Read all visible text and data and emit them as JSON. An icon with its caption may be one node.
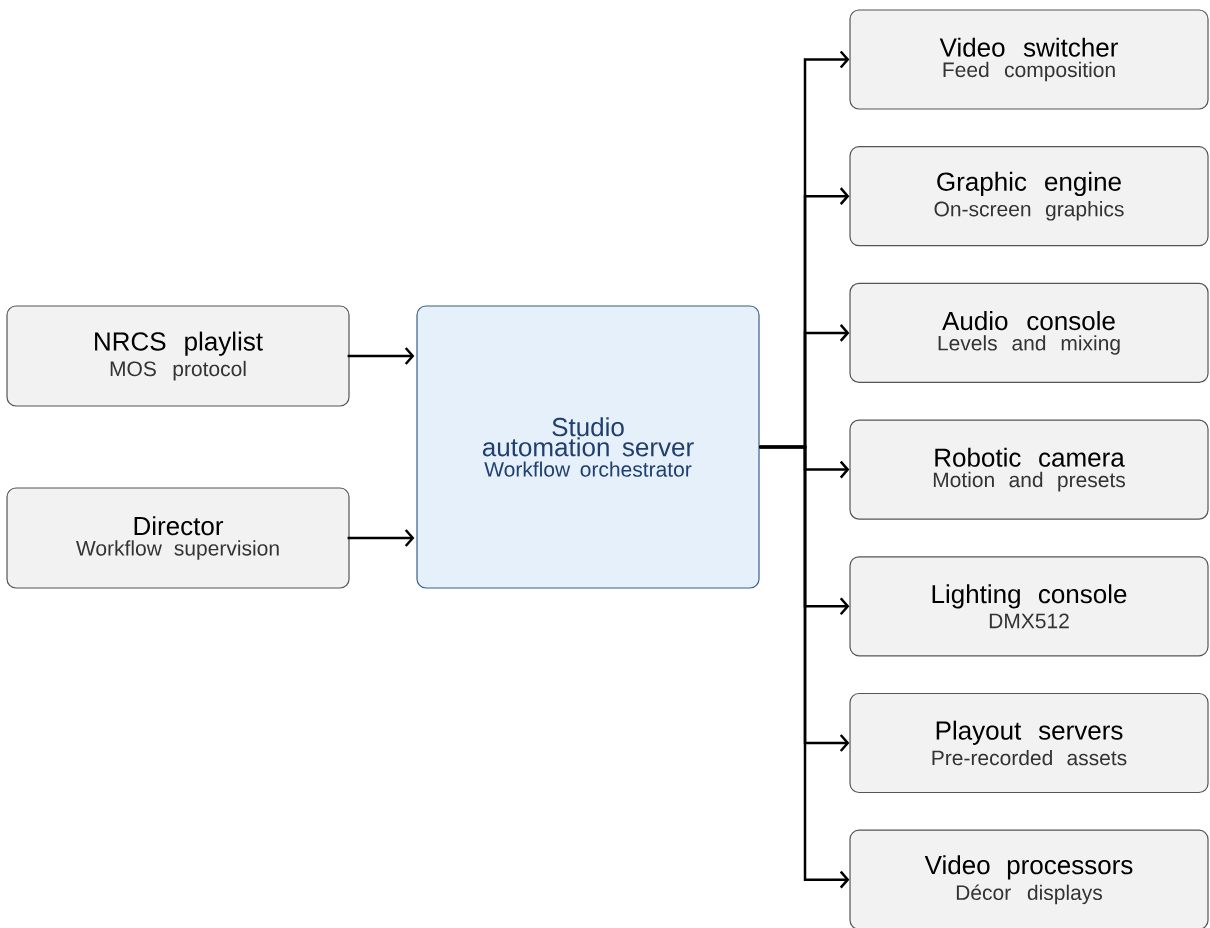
{
  "diagram": {
    "nodes": [
      {
        "text": [
          "NRCS playlist",
          "MOS protocol"
        ]
      },
      {
        "text": [
          "Director",
          "Workflow supervision"
        ]
      },
      {
        "text": [
          "Studio automation server",
          "Workflow orchestrator"
        ]
      },
      {
        "text": [
          "Video switcher",
          "Feed composition"
        ]
      },
      {
        "text": [
          "Graphic engine",
          "On-screen graphics"
        ]
      },
      {
        "text": [
          "Audio console",
          "Levels and mixing"
        ]
      },
      {
        "text": [
          "Robotic camera",
          "Motion and presets"
        ]
      },
      {
        "text": [
          "Lighting console",
          "DMX512"
        ]
      },
      {
        "text": [
          "Playout servers",
          "Pre-recorded assets"
        ]
      },
      {
        "text": [
          "Video processors",
          "Décor displays"
        ]
      }
    ],
    "edges": [
      {
        "from": 0,
        "to": 2,
        "arrow": "to"
      },
      {
        "from": 1,
        "to": 2,
        "arrow": "to"
      },
      {
        "from": 2,
        "to": 3,
        "arrow": "to"
      },
      {
        "from": 2,
        "to": 4,
        "arrow": "to"
      },
      {
        "from": 2,
        "to": 5,
        "arrow": "to"
      },
      {
        "from": 2,
        "to": 6,
        "arrow": "to"
      },
      {
        "from": 2,
        "to": 7,
        "arrow": "to"
      },
      {
        "from": 2,
        "to": 8,
        "arrow": "to"
      },
      {
        "from": 2,
        "to": 9,
        "arrow": "to"
      }
    ]
  }
}
